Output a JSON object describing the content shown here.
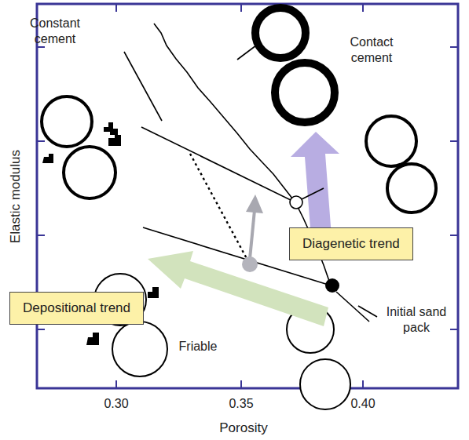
{
  "diagram": {
    "nodes": [
      {
        "text": [
          "Diagenetic trend"
        ]
      },
      {
        "text": [
          "Depositional trend"
        ]
      }
    ],
    "labels": [
      "Constant cement",
      "Contact cement",
      "Initial sand pack",
      "Friable",
      "Elastic modulus",
      "Porosity",
      "0.30",
      "0.35",
      "0.40"
    ]
  }
}
